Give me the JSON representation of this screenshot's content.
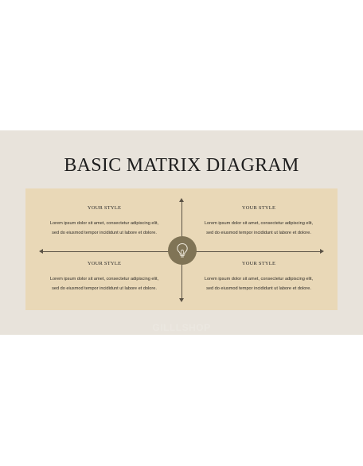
{
  "slide": {
    "title": "BASIC MATRIX DIAGRAM",
    "background_color": "#e8e3db",
    "panel_color": "#e9d8b7",
    "accent_color": "#807456",
    "center_icon": "lightbulb-icon"
  },
  "quadrants": [
    {
      "heading": "YOUR STYLE",
      "line1": "Lorem ipsum dolor sit amet, consectetur adipiscing elit,",
      "line2": "sed do eiusmod tempor incididunt ut labore et dolore."
    },
    {
      "heading": "YOUR STYLE",
      "line1": "Lorem ipsum dolor sit amet, consectetur adipiscing elit,",
      "line2": "sed do eiusmod tempor incididunt ut labore et dolore."
    },
    {
      "heading": "YOUR STYLE",
      "line1": "Lorem ipsum dolor sit amet, consectetur adipiscing elit,",
      "line2": "sed do eiusmod tempor incididunt ut labore et dolore."
    },
    {
      "heading": "YOUR STYLE",
      "line1": "Lorem ipsum dolor sit amet, consectetur adipiscing elit,",
      "line2": "sed do eiusmod tempor incididunt ut labore et dolore."
    }
  ],
  "watermark": "GILLLSHOP"
}
